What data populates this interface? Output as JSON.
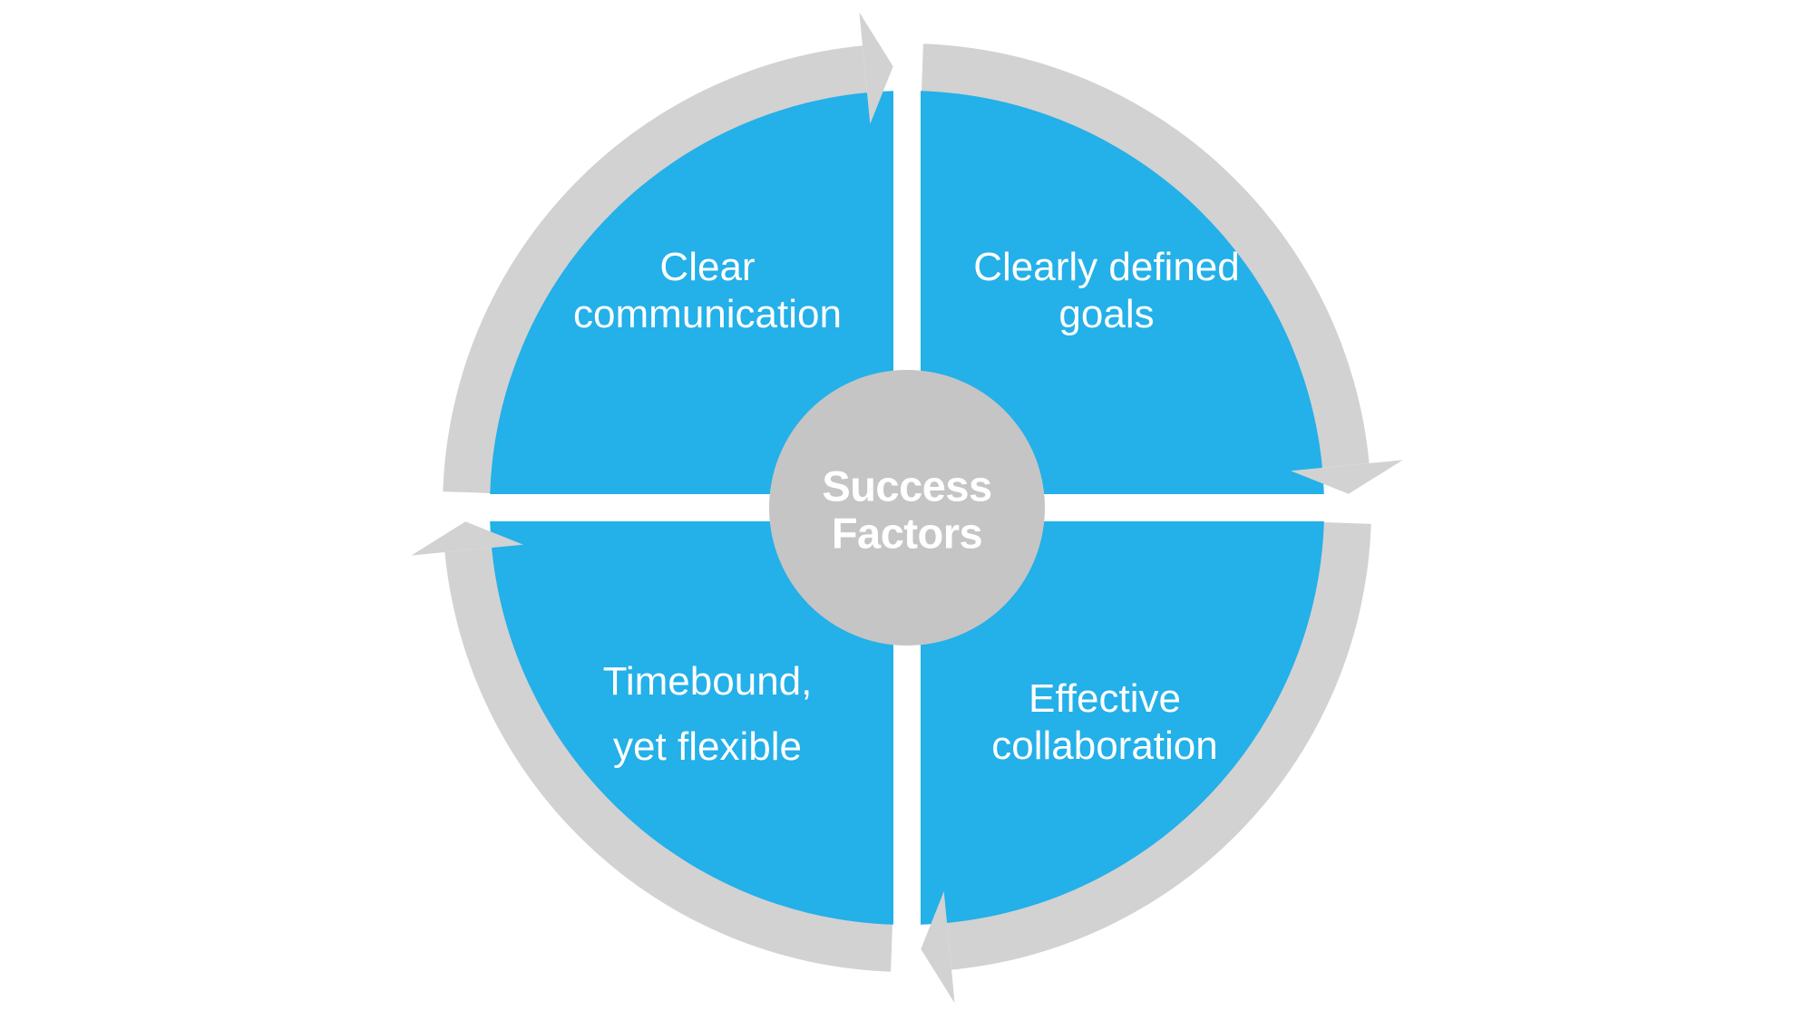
{
  "diagram": {
    "type": "cycle",
    "flow_direction": "clockwise",
    "hub": {
      "label": "Success Factors",
      "lines": [
        "Success",
        "Factors"
      ]
    },
    "quadrants": [
      {
        "position": "top-left",
        "label": "Clear communication",
        "lines": [
          "Clear",
          "communication"
        ]
      },
      {
        "position": "top-right",
        "label": "Clearly defined goals",
        "lines": [
          "Clearly defined",
          "goals"
        ]
      },
      {
        "position": "bottom-right",
        "label": "Effective collaboration",
        "lines": [
          "Effective",
          "collaboration"
        ]
      },
      {
        "position": "bottom-left",
        "label": "Timebound, yet flexible",
        "lines": [
          "Timebound,",
          "yet flexible"
        ]
      }
    ],
    "colors": {
      "quadrant": "#24B0E8",
      "ring": "#D2D2D2",
      "hub": "#C5C5C5",
      "text": "#FFFFFF",
      "background": "#FFFFFF"
    }
  }
}
